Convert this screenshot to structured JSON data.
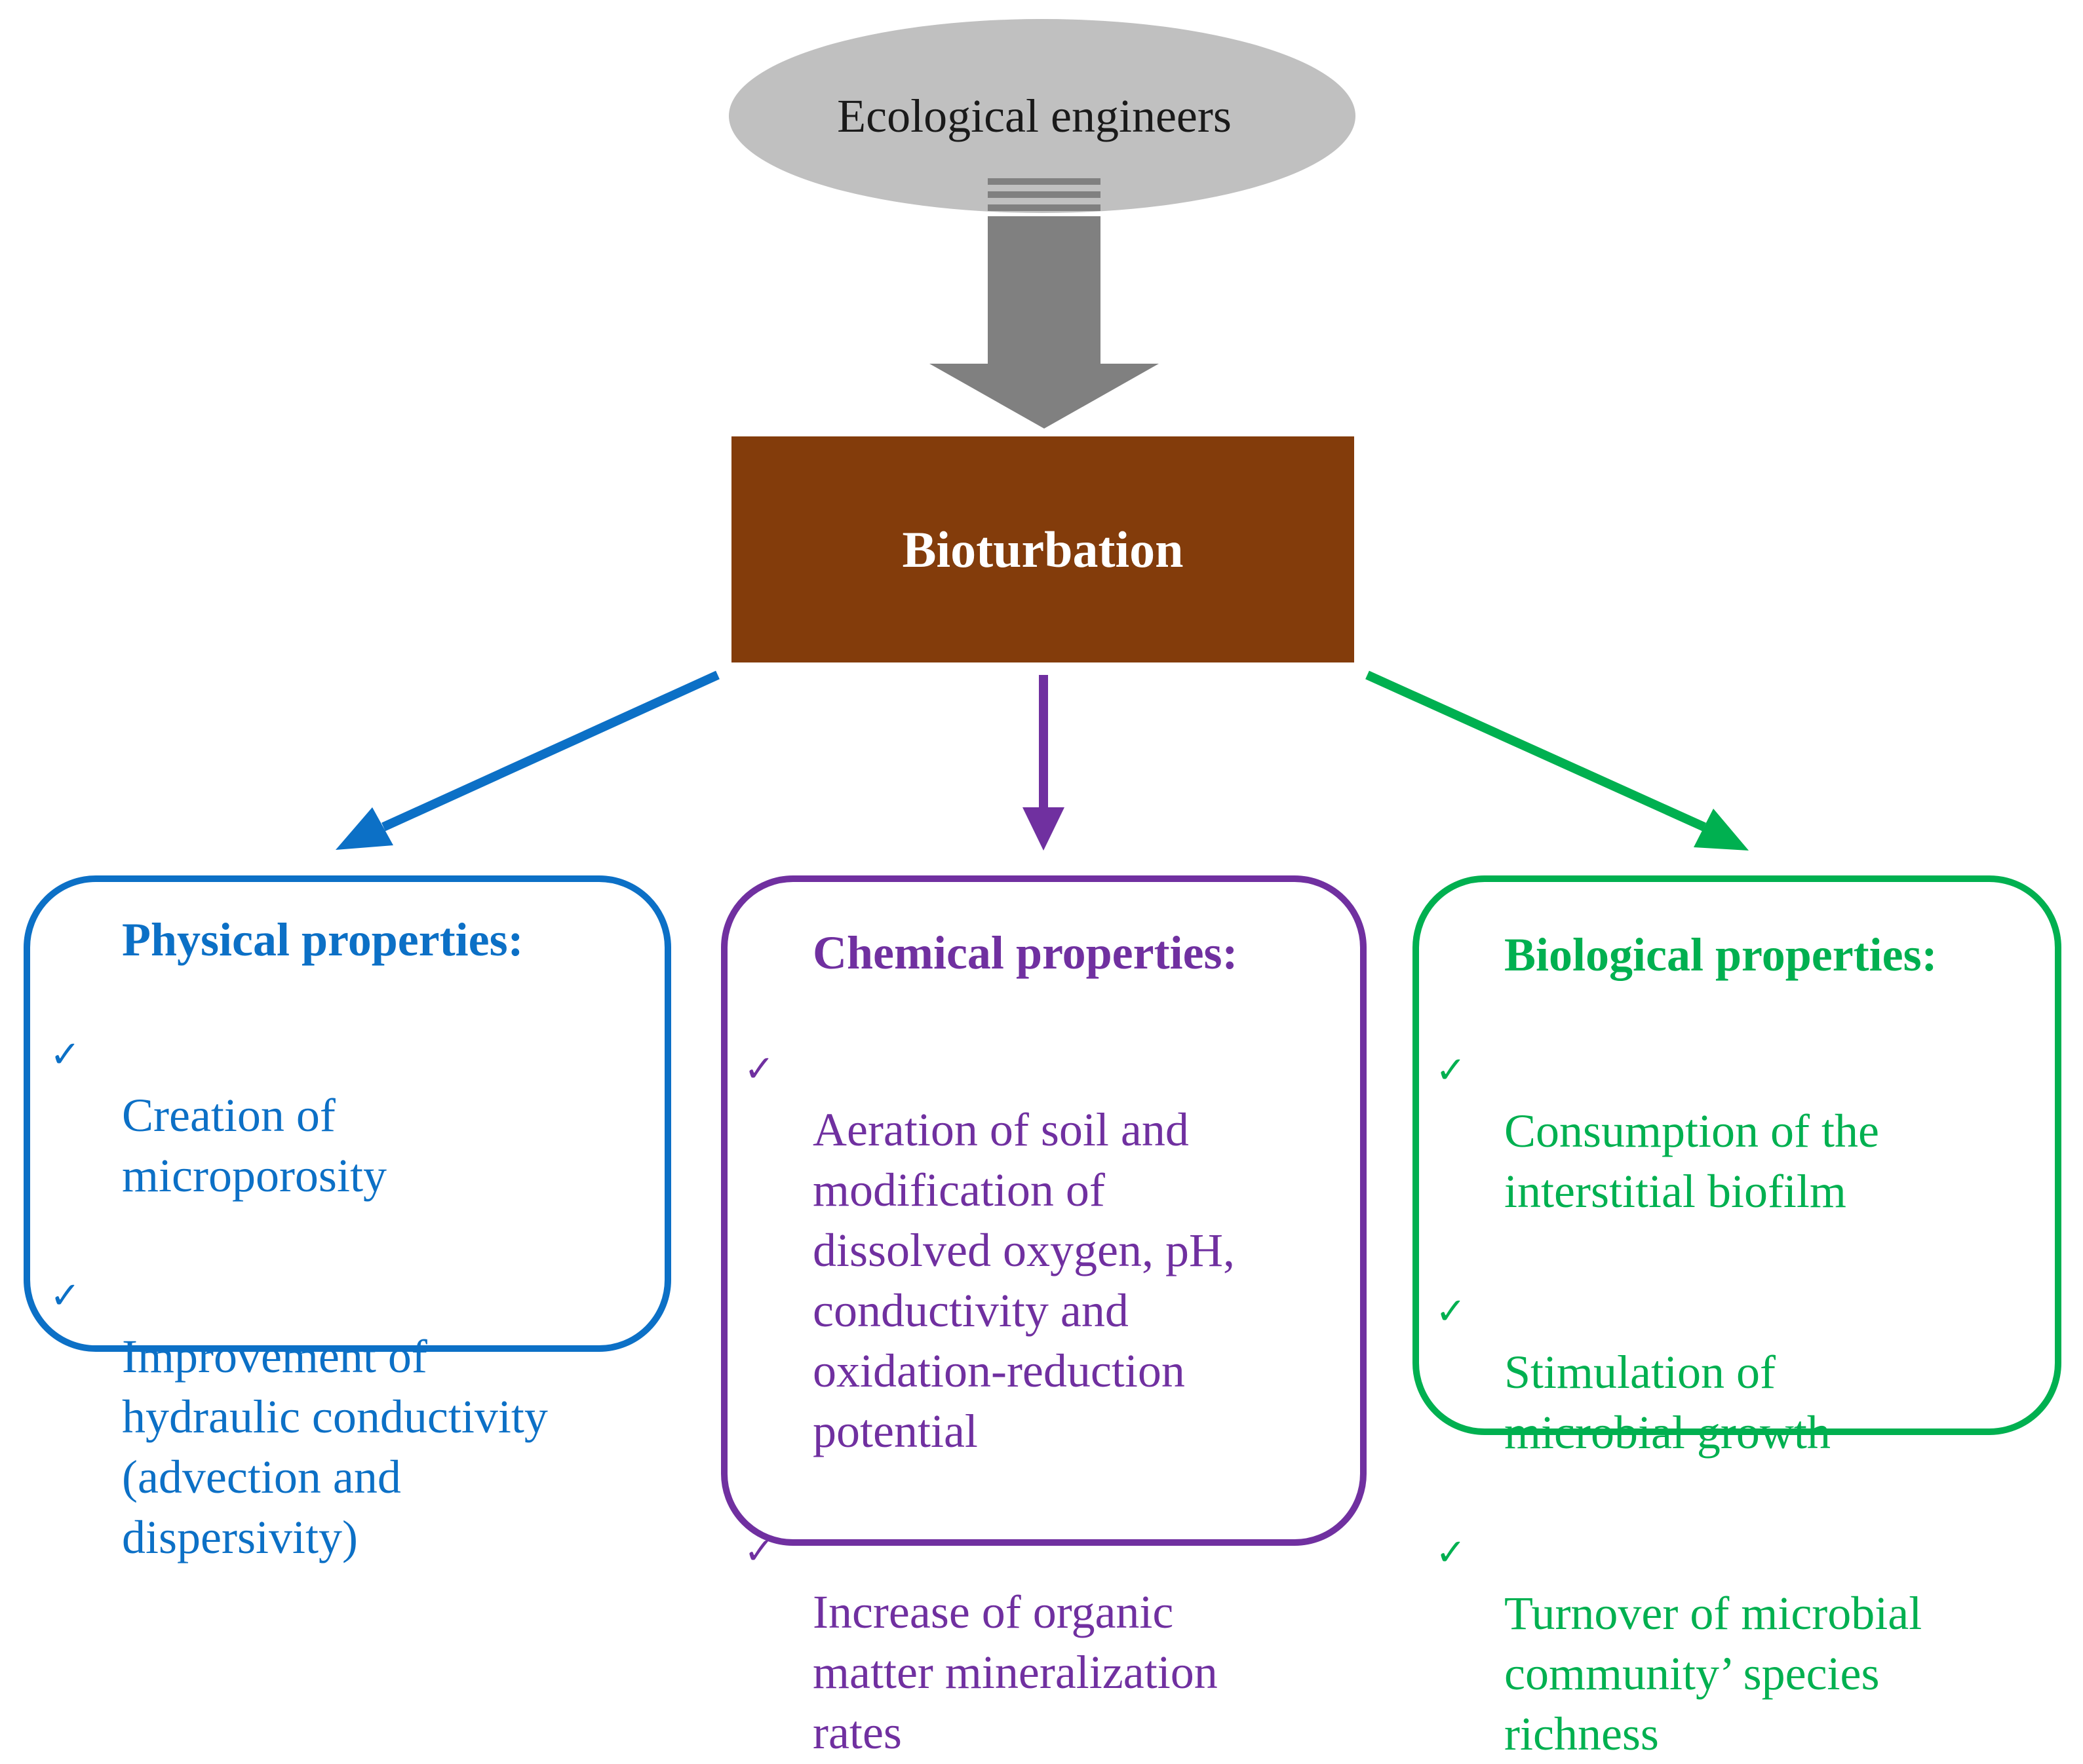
{
  "diagram": {
    "source": {
      "label": "Ecological engineers",
      "fill_color": "#C0C0C0",
      "arrow_color": "#808080"
    },
    "center": {
      "label": "Bioturbation",
      "fill_color": "#833C0B"
    },
    "branches": [
      {
        "key": "physical",
        "title": "Physical properties:",
        "color": "#0C70C6",
        "items": [
          "Creation of\nmicroporosity",
          "Improvement of\nhydraulic conductivity\n(advection and\ndispersivity)"
        ]
      },
      {
        "key": "chemical",
        "title": "Chemical properties:",
        "color": "#7030A0",
        "items": [
          "Aeration of soil and\nmodification of\ndissolved oxygen, pH,\nconductivity and\noxidation-reduction\npotential",
          "Increase of organic\nmatter mineralization\nrates"
        ]
      },
      {
        "key": "biological",
        "title": "Biological properties:",
        "color": "#00B050",
        "items": [
          "Consumption of the\ninterstitial biofilm",
          "Stimulation of\nmicrobial growth",
          "Turnover of microbial\ncommunity’ species\nrichness"
        ]
      }
    ],
    "check_icon": "✓"
  }
}
